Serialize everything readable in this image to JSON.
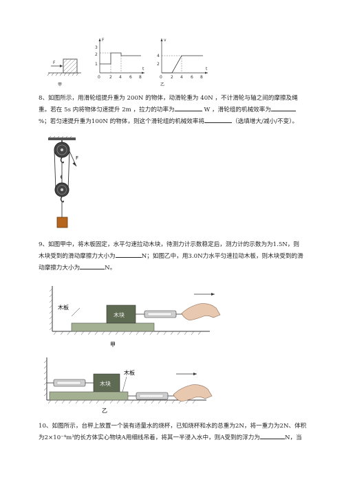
{
  "fig7": {
    "force_label": "F",
    "label_a": "甲",
    "label_b": "乙",
    "ft_axis": "F",
    "vt_axis": "v",
    "t_axis": "t",
    "ft_y": [
      "3",
      "2",
      "1"
    ],
    "vt_y": [
      "4",
      "2"
    ],
    "x_ticks": [
      "0",
      "2",
      "4",
      "6",
      "8"
    ]
  },
  "q8": {
    "line1": "8、如图所示，用滑轮组提升重为  200N  的物体，动滑轮重为  40N  ，不计滑轮与轴之间的摩擦及绳",
    "line2a": "重。若在  5s  内将物体匀速提升  2m  ，拉力的功率为",
    "line2b": " W  ，滑轮组的机械效率为",
    "line3a": "%；若匀速提升重为100N 的物体，则这个滑轮组的机械效率将",
    "line3b": "（选填增大/减小/不变）。",
    "force_label": "F"
  },
  "q9": {
    "line1": "9、如图甲中，将木板固定，水平匀速拉动木块，待测力计示数稳定后，测力计的示数为为1.5N，则",
    "line2a": "木块受到的滑动摩擦力大小为",
    "line2b": "N；如图乙中，用3.0N力水平匀速拉动木板，则木块受到的滑",
    "line3a": "动摩擦力大小为",
    "line3b": "N。",
    "board": "木板",
    "block": "木块",
    "label_a": "甲",
    "label_b": "乙"
  },
  "q10": {
    "line1": "10、如图所示，台秤上放置一个装有适量水的烧杯，已知烧杯和水的总重为2N，将一重力为2N、体积",
    "line2a": "为2×10⁻⁴m³的长方体实心物块A用细线吊着，将其一半浸入水中，则A受到的浮力为",
    "line2b": "N，当"
  }
}
